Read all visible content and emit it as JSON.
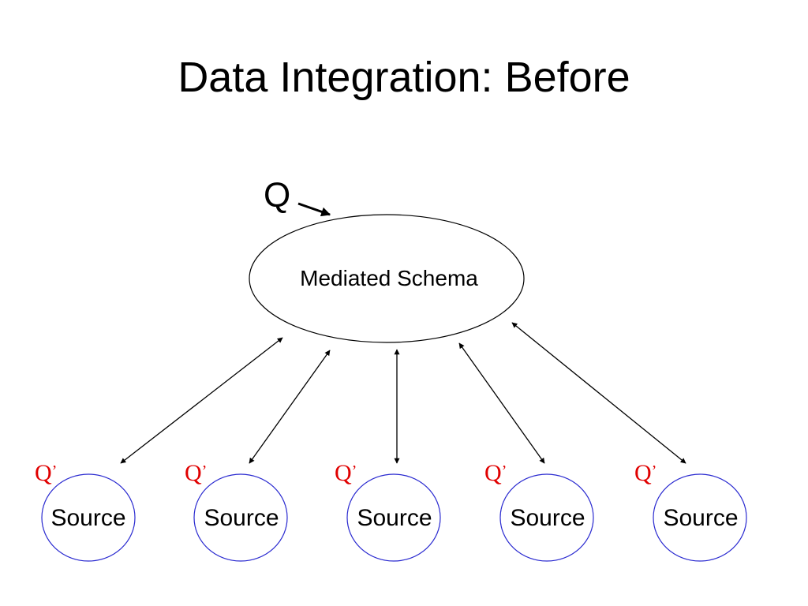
{
  "title": "Data Integration: Before",
  "query": {
    "label": "Q"
  },
  "mediated_schema": {
    "label": "Mediated Schema"
  },
  "sources": [
    {
      "label": "Source",
      "query_label": "Q",
      "query_mark": "’"
    },
    {
      "label": "Source",
      "query_label": "Q",
      "query_mark": "’"
    },
    {
      "label": "Source",
      "query_label": "Q",
      "query_mark": "’"
    },
    {
      "label": "Source",
      "query_label": "Q",
      "query_mark": "’"
    },
    {
      "label": "Source",
      "query_label": "Q",
      "query_mark": "’"
    }
  ],
  "colors": {
    "text": "#000000",
    "source_border": "#2a2ad0",
    "reformulated_query": "#e00000"
  }
}
